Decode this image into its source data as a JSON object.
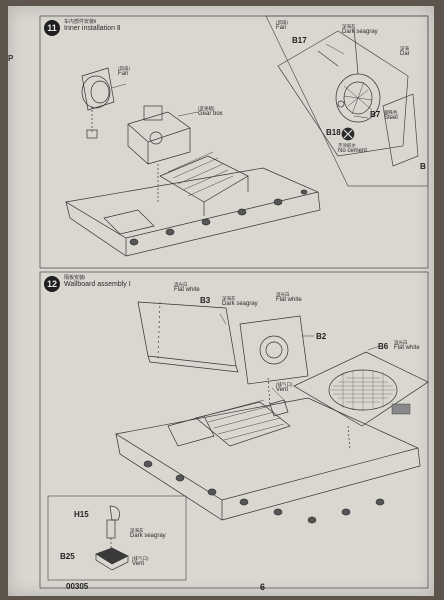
{
  "page": {
    "code": "00305",
    "number": "6",
    "side_tab": "P"
  },
  "step11": {
    "number": "11",
    "title_cn": "车内部件安装Ⅱ",
    "title_en": "Inner installation Ⅱ",
    "callouts": {
      "fan_left": {
        "cn": "(风扇)",
        "en": "Fan"
      },
      "gearbox": {
        "cn": "(变速箱)",
        "en": "Gear box"
      }
    },
    "inset": {
      "fan_cn": "(风扇)",
      "fan_en": "Fan",
      "seagray_cn": "深海灰",
      "seagray_en": "Dark seagray",
      "steel_cn": "钢铁色",
      "steel_en": "Steel",
      "nocement_cn": "不涂胶水",
      "nocement_en": "No cement",
      "right_cut_cn": "深海",
      "right_cut_en": "Dar",
      "parts": {
        "b17": "B17",
        "b7": "B7",
        "b18": "B18",
        "b_edge": "B"
      }
    }
  },
  "step12": {
    "number": "12",
    "title_cn": "隔板安装Ⅰ",
    "title_en": "Wallboard assembly Ⅰ",
    "callouts": {
      "flat_white_top": {
        "cn": "消光白",
        "en": "Flat white"
      },
      "b3": "B3",
      "b3_color": {
        "cn": "深海灰",
        "en": "Dark seagray"
      },
      "b3_flat_white": {
        "cn": "消光白",
        "en": "Flat white"
      },
      "b2": "B2",
      "b6": "B6",
      "b6_color": {
        "cn": "消光白",
        "en": "Flat white"
      },
      "vent": {
        "cn": "(排气口)",
        "en": "Vent"
      }
    },
    "sub": {
      "h15": "H15",
      "b25": "B25",
      "color": {
        "cn": "深海灰",
        "en": "Dark seagray"
      },
      "vent": {
        "cn": "(排气口)",
        "en": "Vent"
      }
    }
  }
}
